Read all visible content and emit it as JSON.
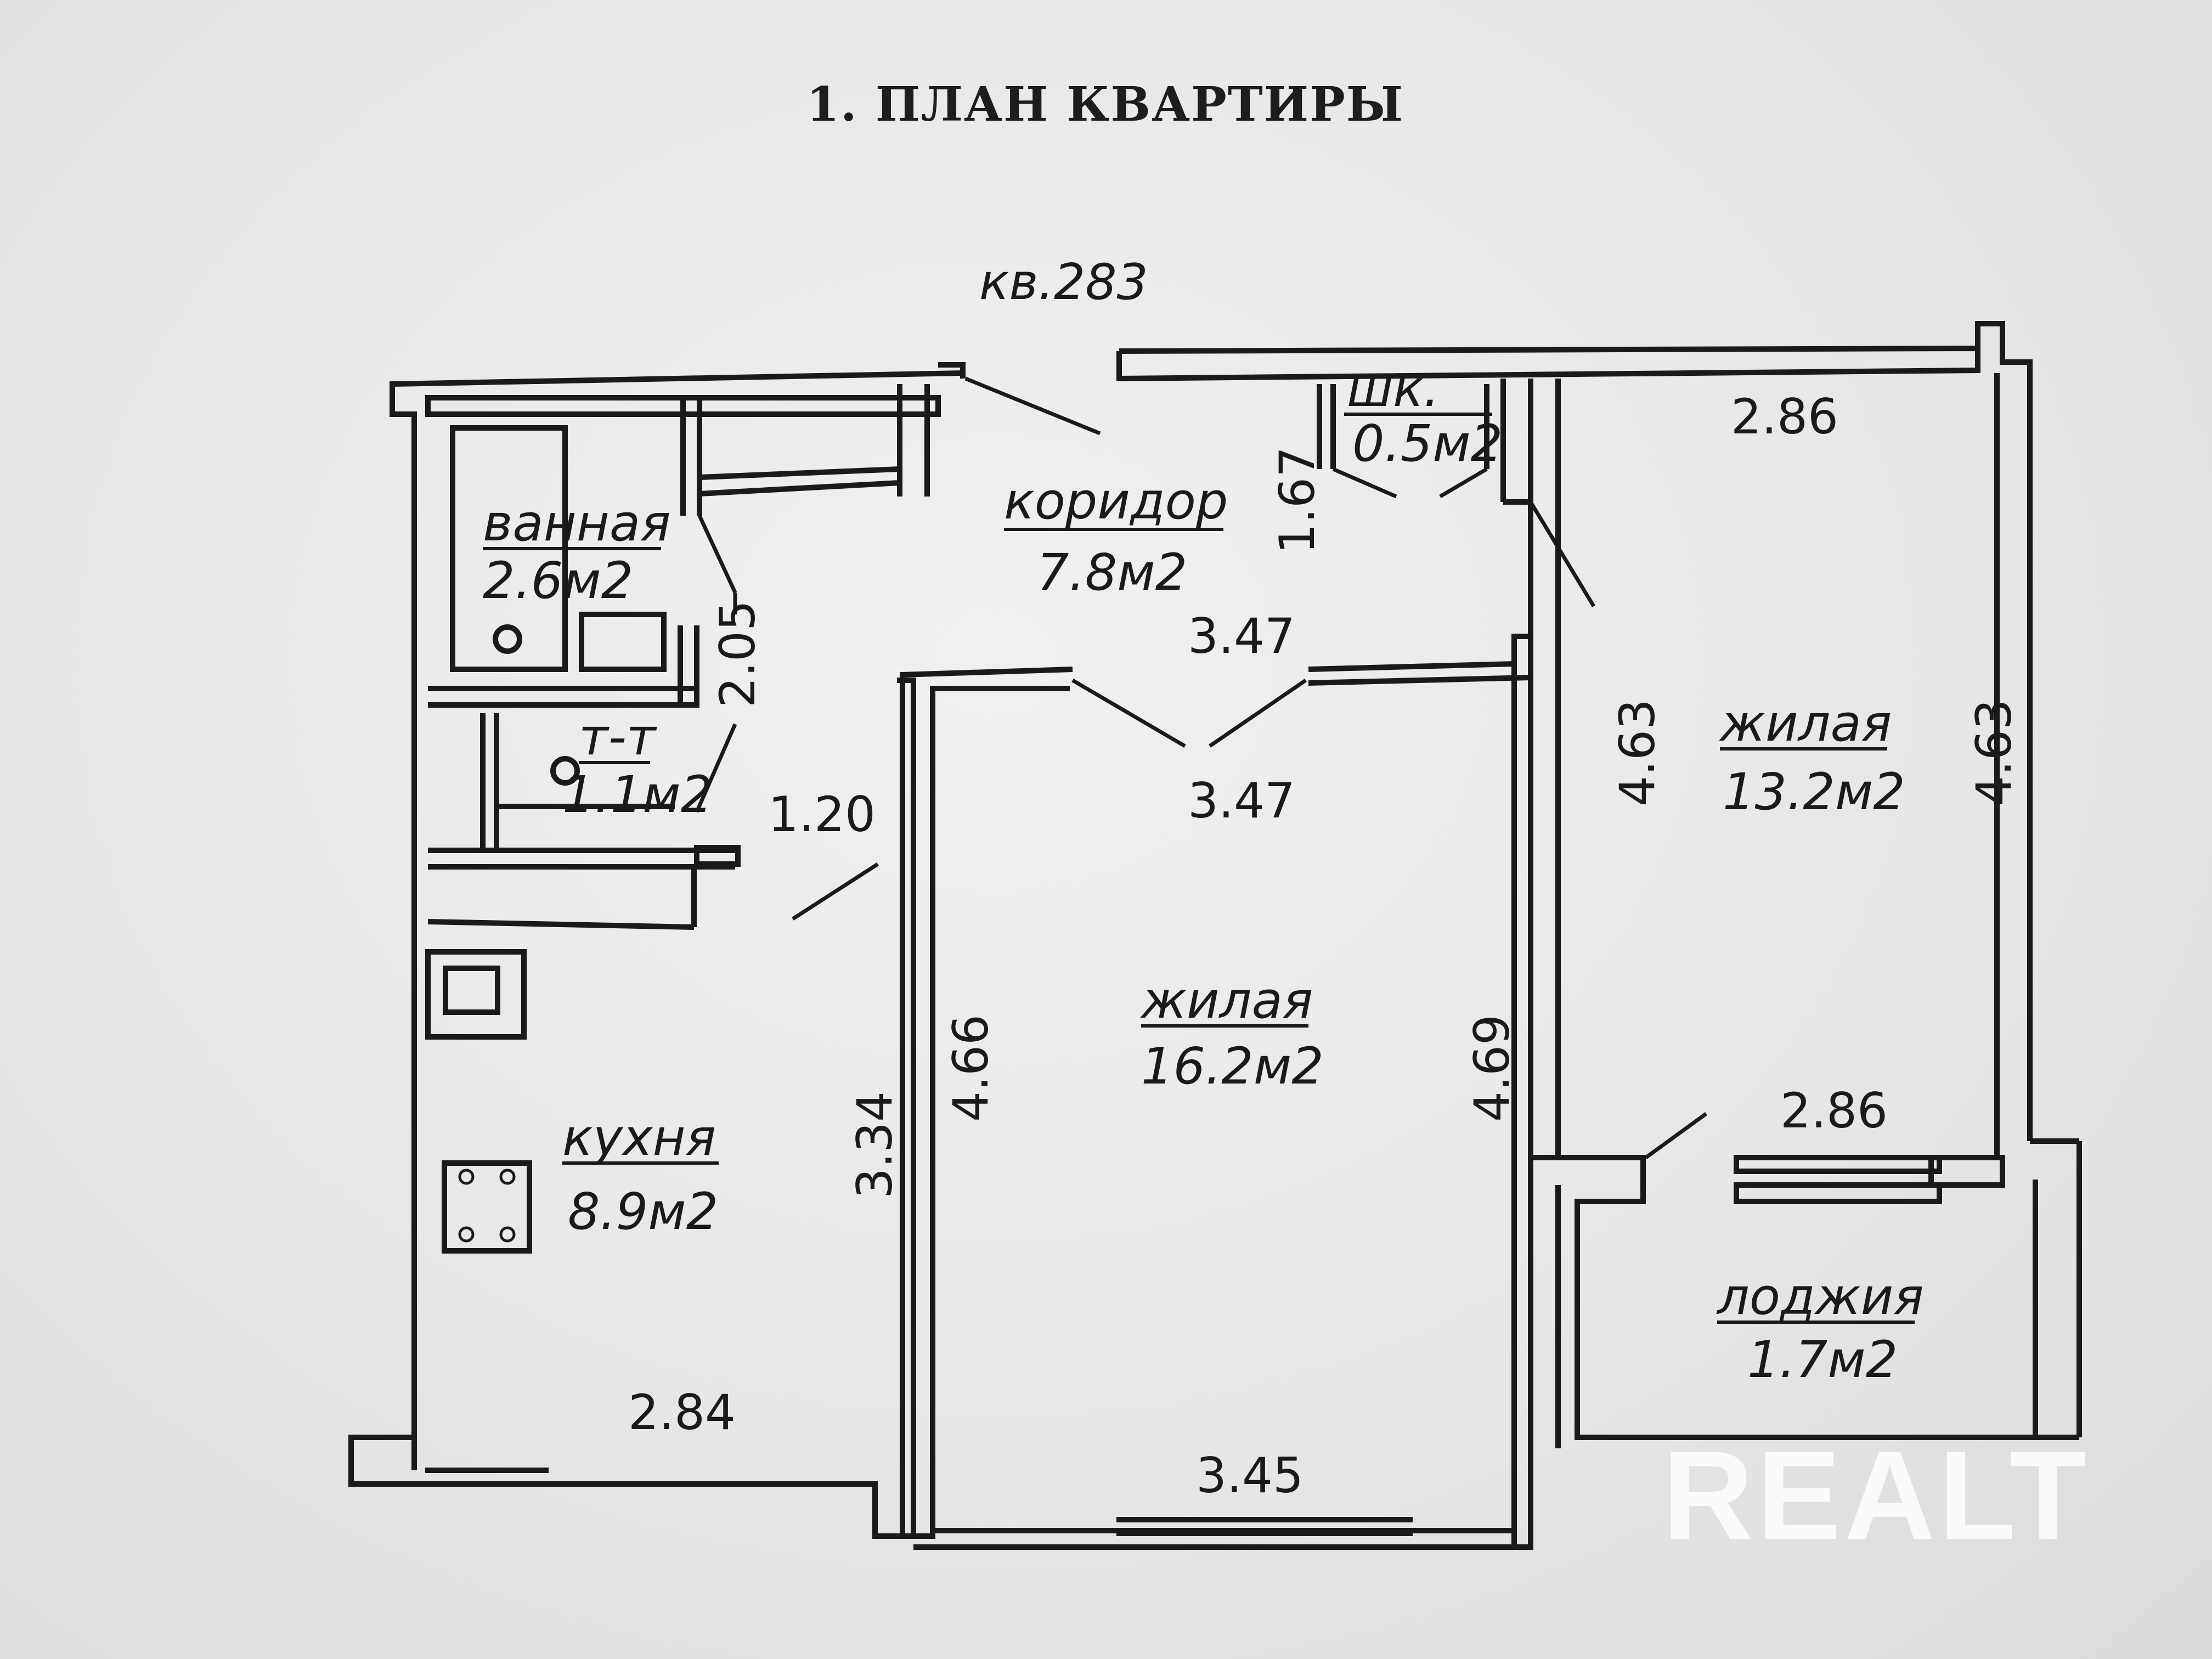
{
  "title": "1. ПЛАН КВАРТИРЫ",
  "apartment": "кв.283",
  "rooms": {
    "bath": {
      "name": "ванная",
      "area": "2.6м2"
    },
    "toilet": {
      "name": "т-т",
      "area": "1.1м2"
    },
    "corridor": {
      "name": "коридор",
      "area": "7.8м2"
    },
    "closet": {
      "name": "шк.",
      "area": "0.5м2"
    },
    "living_small": {
      "name": "жилая",
      "area": "13.2м2"
    },
    "living_large": {
      "name": "жилая",
      "area": "16.2м2"
    },
    "kitchen": {
      "name": "кухня",
      "area": "8.9м2"
    },
    "loggia": {
      "name": "лоджия",
      "area": "1.7м2"
    }
  },
  "dimensions": {
    "bath_length": "2.05",
    "kitchen_door": "1.20",
    "corridor_width": "1.67",
    "corridor_length": "3.47",
    "living_large_width_top": "3.47",
    "living_large_height_left": "4.66",
    "living_large_height_right": "4.69",
    "living_large_width_bottom": "3.45",
    "kitchen_height": "3.34",
    "kitchen_width": "2.84",
    "living_small_width_top": "2.86",
    "living_small_height_left": "4.63",
    "living_small_height_right": "4.63",
    "living_small_width_bottom": "2.86"
  },
  "watermark": "REALT",
  "colors": {
    "ink": "#1a1a1a",
    "paper": "#eceaeb"
  }
}
